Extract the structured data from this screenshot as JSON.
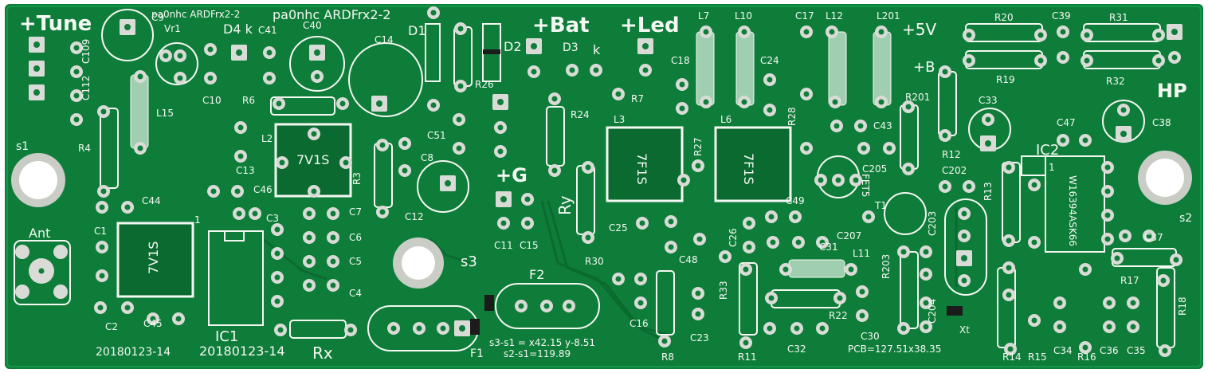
{
  "board": {
    "colors": {
      "substrate": "#0f7d3a",
      "copper": "#1a8a44",
      "silkscreen": "#f4f8f2",
      "pad": "#d9dcd6",
      "hole": "#ffffff",
      "trace": "#0a6a30",
      "ic_body": "#1b1b1b"
    },
    "labels": {
      "tune": "+Tune",
      "bat": "+Bat",
      "led": "+Led",
      "g": "+G",
      "v5": "+5V",
      "b": "+B",
      "hp": "HP",
      "ant": "Ant",
      "rx": "Rx",
      "ry": "Ry",
      "s1": "s1",
      "s2": "s2",
      "s3": "s3",
      "title1": "pa0nhc ARDFrx2-2",
      "title2": "pa0nhc ARDFrx2-2",
      "date1": "20180123-14",
      "date2": "20180123-14",
      "measure1": "s3-s1 = x42.15 y-8.51",
      "measure2": "s2-s1=119.89",
      "pcb_size": "PCB=127.51x38.35",
      "xtal": "Xt",
      "fet": "FET5",
      "t1": "T1",
      "ic1": "IC1",
      "ic2": "IC2",
      "ic2_part": "W16394ASK66",
      "d4k": "D4 k",
      "d3": "D3",
      "k": "k",
      "d1": "D1",
      "d2": "D2",
      "f1": "F1",
      "f2": "F2",
      "vr1": "Vr1",
      "coil_7v1s_a": "7V1S",
      "coil_7v1s_b": "7V1S",
      "coil_7f1s_a": "7F1S",
      "coil_7f1s_b": "7F1S",
      "pin1": "1"
    },
    "refs": [
      "C9",
      "C109",
      "C112",
      "L15",
      "R4",
      "C44",
      "C1",
      "C2",
      "C45",
      "C10",
      "C41",
      "R6",
      "C40",
      "C13",
      "L2",
      "C46",
      "C3",
      "C7",
      "C6",
      "C5",
      "C4",
      "C14",
      "C8",
      "R3",
      "C12",
      "C51",
      "R26",
      "C11",
      "C15",
      "R24",
      "R7",
      "L3",
      "L6",
      "R27",
      "R30",
      "C25",
      "C48",
      "C16",
      "R8",
      "C23",
      "C26",
      "R33",
      "R11",
      "L7",
      "L10",
      "C18",
      "C24",
      "R28",
      "C17",
      "L12",
      "L201",
      "C43",
      "C205",
      "C49",
      "C207",
      "C31",
      "L11",
      "R22",
      "C32",
      "C30",
      "R201",
      "R203",
      "C203",
      "C204",
      "C202",
      "R20",
      "R19",
      "C39",
      "R31",
      "R32",
      "R12",
      "C33",
      "C47",
      "C38",
      "R13",
      "C37",
      "R17",
      "R18",
      "R14",
      "R15",
      "C34",
      "R16",
      "C36",
      "C35"
    ]
  }
}
